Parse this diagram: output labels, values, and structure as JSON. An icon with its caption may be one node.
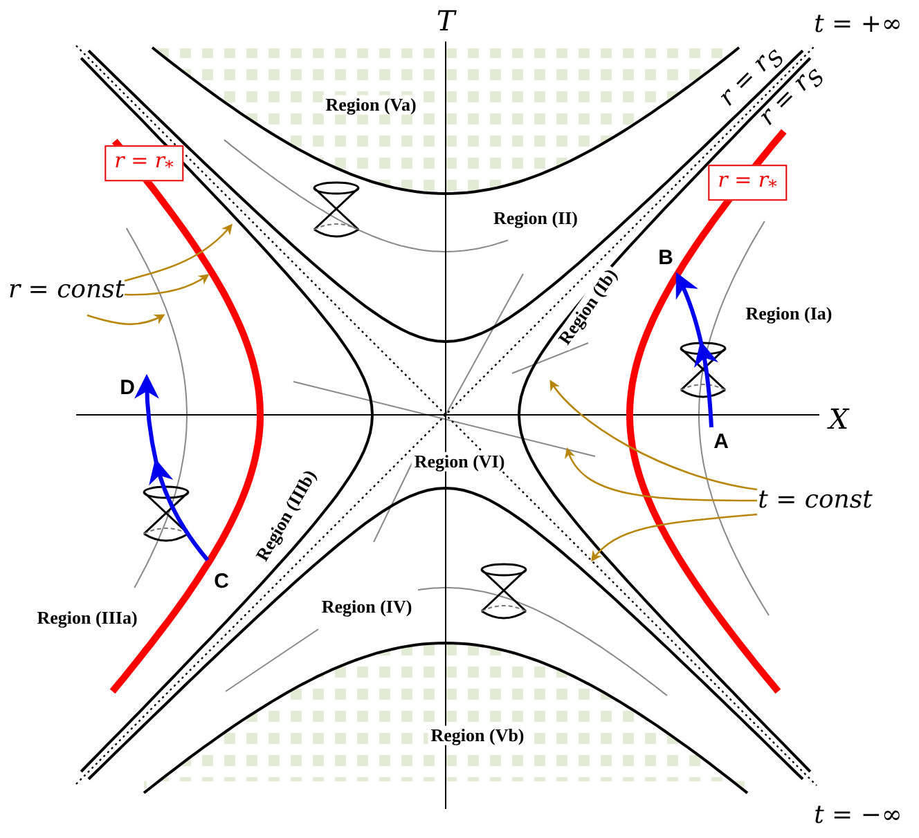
{
  "diagram": {
    "nodes": [
      {
        "text": [
          "r = r$_{*}$"
        ]
      },
      {
        "text": [
          "r = r$_{*}$"
        ]
      },
      {
        "text": [
          "r = const"
        ]
      },
      {
        "text": [
          "t = const"
        ]
      },
      {
        "text": [
          "A"
        ]
      },
      {
        "text": [
          "B"
        ]
      },
      {
        "text": [
          "C"
        ]
      },
      {
        "text": [
          "D"
        ]
      }
    ],
    "edges": [
      {
        "from": 2,
        "to": null,
        "arrow": "to",
        "color": "#b8860b"
      },
      {
        "from": 2,
        "to": null,
        "arrow": "to",
        "color": "#b8860b"
      },
      {
        "from": 2,
        "to": null,
        "arrow": "to",
        "color": "#b8860b"
      },
      {
        "from": 3,
        "to": null,
        "arrow": "to",
        "color": "#b8860b"
      },
      {
        "from": 3,
        "to": null,
        "arrow": "to",
        "color": "#b8860b"
      },
      {
        "from": 3,
        "to": null,
        "arrow": "to",
        "color": "#b8860b"
      },
      {
        "from": 4,
        "to": 5,
        "arrow": "to",
        "style": "thick",
        "color": "#0000ee"
      },
      {
        "from": 6,
        "to": 7,
        "arrow": "to",
        "style": "thick",
        "color": "#0000ee"
      }
    ],
    "labels": [
      "T",
      "t = +∞",
      "Region (Va)",
      "r = r$_{S}$",
      "r = r$_{S}$",
      "Region (II)",
      "Region (Ia)",
      "Region (Ib)",
      "X",
      "Region (VI)",
      "Region (IIIb)",
      "Region (IIIa)",
      "Region (IV)",
      "Region (Vb)",
      "t = −∞"
    ]
  }
}
